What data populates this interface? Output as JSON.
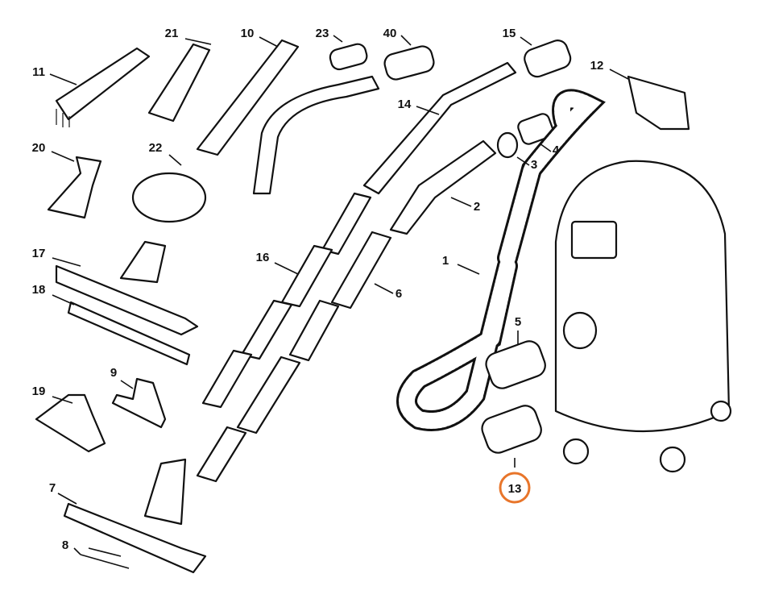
{
  "diagram": {
    "highlight_color": "#e8752a",
    "highlighted_part": "13",
    "part_labels": [
      "11",
      "21",
      "10",
      "23",
      "40",
      "15",
      "12",
      "14",
      "20",
      "22",
      "3",
      "4",
      "2",
      "17",
      "16",
      "1",
      "18",
      "6",
      "5",
      "9",
      "19",
      "7",
      "8",
      "13"
    ]
  }
}
